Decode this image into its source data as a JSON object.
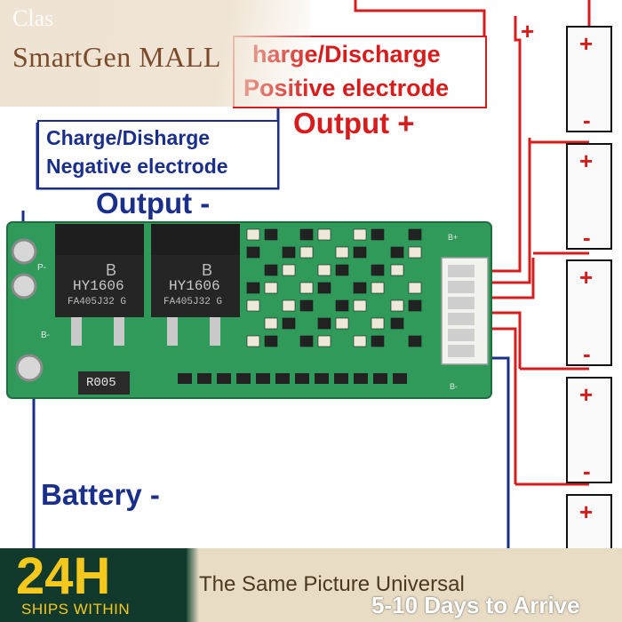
{
  "watermark": {
    "brand": "SmartGen MALL",
    "faded_text": "Clas"
  },
  "labels": {
    "positive_line1": "harge/Discharge",
    "positive_line2": "Positive electrode",
    "output_plus": "Output +",
    "negative_line1": "Charge/Disharge",
    "negative_line2": "Negative electrode",
    "output_minus": "Output -",
    "battery_minus": "Battery -"
  },
  "board": {
    "mosfet_1": {
      "part": "HY1606",
      "code": "FA405J32 G",
      "logo": "B"
    },
    "mosfet_2": {
      "part": "HY1606",
      "code": "FA405J32 G",
      "logo": "B"
    },
    "resistor": "R005",
    "pad_p": "P-",
    "pad_b": "B-",
    "pad_bplus": "B+",
    "pad_bminus": "B-"
  },
  "cells": [
    {
      "plus": "+",
      "minus": "-"
    },
    {
      "plus": "+",
      "minus": "-"
    },
    {
      "plus": "+",
      "minus": "-"
    },
    {
      "plus": "+",
      "minus": "-"
    },
    {
      "plus": "+",
      "minus": ""
    }
  ],
  "top_plus": "+",
  "banner": {
    "big": "24H",
    "small": "SHIPS WITHIN",
    "slogan": "The Same Picture  Universal",
    "arrive": "5-10 Days to Arrive"
  },
  "colors": {
    "red": "#d81c1c",
    "blue": "#1a2f8c",
    "pcb": "#2f9a5a",
    "gold": "#f4c81c"
  }
}
